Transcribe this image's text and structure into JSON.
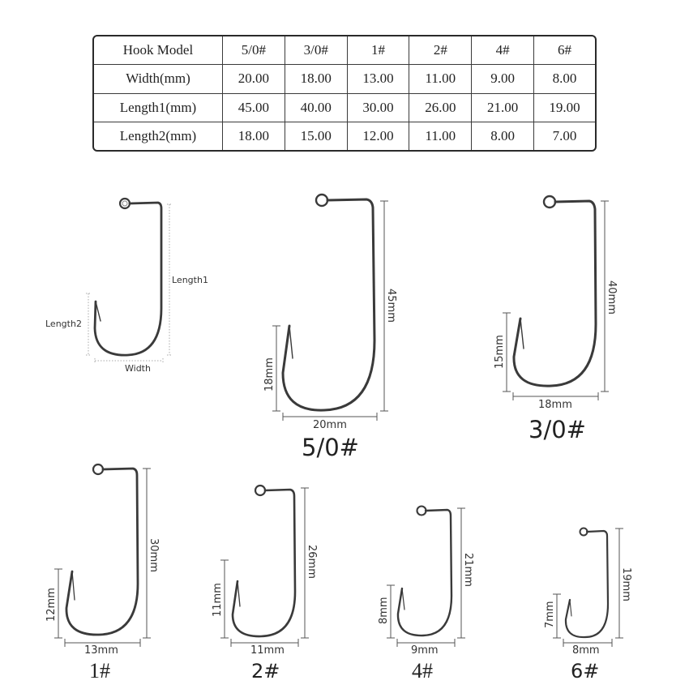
{
  "table": {
    "headers": [
      "Hook Model",
      "5/0#",
      "3/0#",
      "1#",
      "2#",
      "4#",
      "6#"
    ],
    "rows": [
      {
        "label": "Width(mm)",
        "values": [
          "20.00",
          "18.00",
          "13.00",
          "11.00",
          "9.00",
          "8.00"
        ]
      },
      {
        "label": "Length1(mm)",
        "values": [
          "45.00",
          "40.00",
          "30.00",
          "26.00",
          "21.00",
          "19.00"
        ]
      },
      {
        "label": "Length2(mm)",
        "values": [
          "18.00",
          "15.00",
          "12.00",
          "11.00",
          "8.00",
          "7.00"
        ]
      }
    ]
  },
  "diagram": {
    "length1_label": "Length1",
    "length2_label": "Length2",
    "width_label": "Width"
  },
  "hooks": [
    {
      "model": "5/0#",
      "length1": "45mm",
      "length2": "18mm",
      "width": "20mm"
    },
    {
      "model": "3/0#",
      "length1": "40mm",
      "length2": "15mm",
      "width": "18mm"
    },
    {
      "model": "1#",
      "length1": "30mm",
      "length2": "12mm",
      "width": "13mm"
    },
    {
      "model": "2#",
      "length1": "26mm",
      "length2": "11mm",
      "width": "11mm"
    },
    {
      "model": "4#",
      "length1": "21mm",
      "length2": "8mm",
      "width": "9mm"
    },
    {
      "model": "6#",
      "length1": "19mm",
      "length2": "7mm",
      "width": "8mm"
    }
  ],
  "colors": {
    "hook_metal": "#3a3a3a",
    "dimension_line": "#555555",
    "dotted_guide": "#aaaaaa"
  }
}
